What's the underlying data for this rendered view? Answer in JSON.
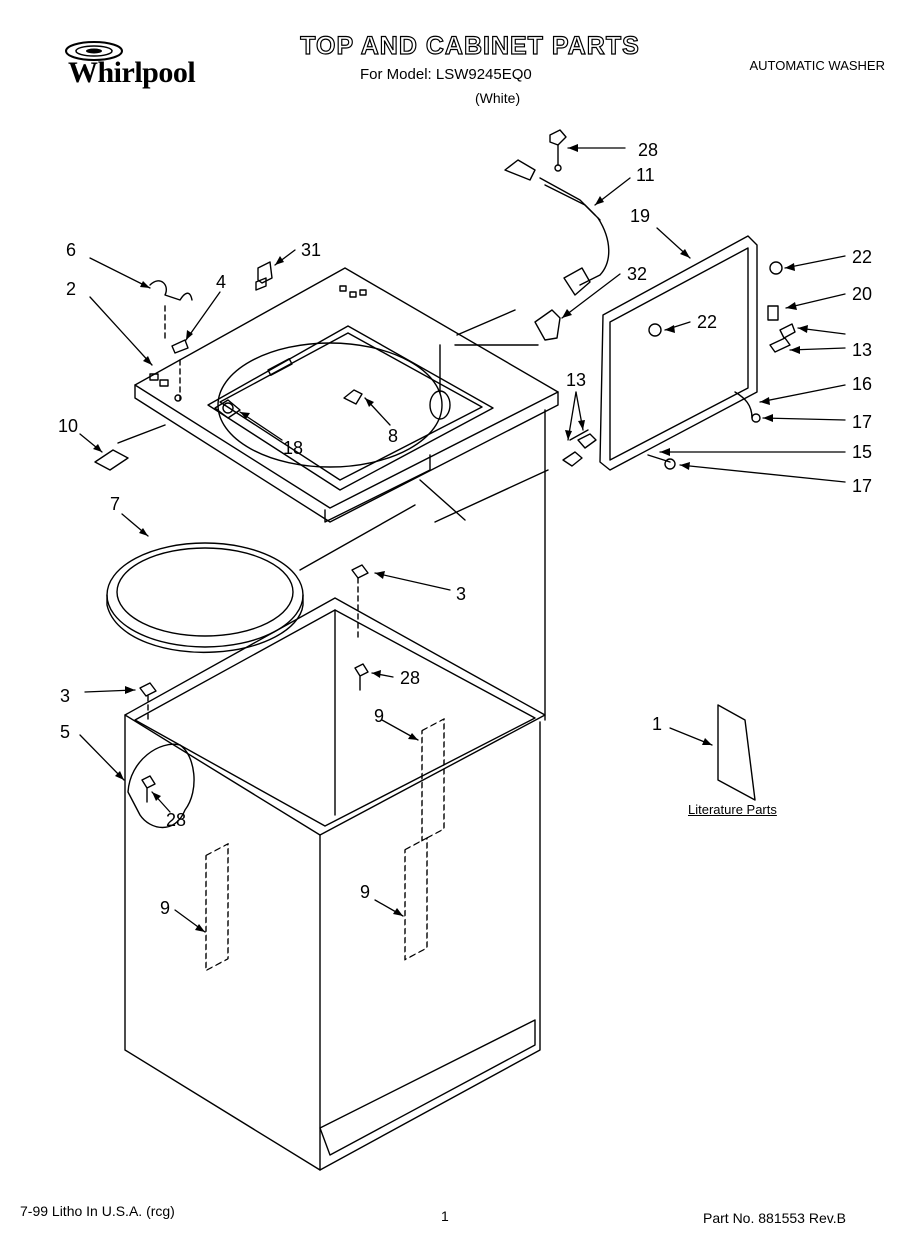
{
  "header": {
    "brand": "Whirlpool",
    "title": "TOP AND CABINET PARTS",
    "model_line": "For Model: LSW9245EQ0",
    "color": "(White)",
    "subtitle": "AUTOMATIC WASHER"
  },
  "literature": {
    "label": "Literature Parts"
  },
  "callouts": [
    {
      "id": "c28a",
      "text": "28"
    },
    {
      "id": "c11",
      "text": "11"
    },
    {
      "id": "c19",
      "text": "19"
    },
    {
      "id": "c22a",
      "text": "22"
    },
    {
      "id": "c20",
      "text": "20"
    },
    {
      "id": "c22b",
      "text": "22"
    },
    {
      "id": "c13a",
      "text": "13"
    },
    {
      "id": "c16",
      "text": "16"
    },
    {
      "id": "c17a",
      "text": "17"
    },
    {
      "id": "c15",
      "text": "15"
    },
    {
      "id": "c17b",
      "text": "17"
    },
    {
      "id": "c13b",
      "text": "13"
    },
    {
      "id": "c32",
      "text": "32"
    },
    {
      "id": "c31",
      "text": "31"
    },
    {
      "id": "c6",
      "text": "6"
    },
    {
      "id": "c4",
      "text": "4"
    },
    {
      "id": "c2",
      "text": "2"
    },
    {
      "id": "c10",
      "text": "10"
    },
    {
      "id": "c8",
      "text": "8"
    },
    {
      "id": "c18",
      "text": "18"
    },
    {
      "id": "c7",
      "text": "7"
    },
    {
      "id": "c3a",
      "text": "3"
    },
    {
      "id": "c3b",
      "text": "3"
    },
    {
      "id": "c28b",
      "text": "28"
    },
    {
      "id": "c5",
      "text": "5"
    },
    {
      "id": "c28c",
      "text": "28"
    },
    {
      "id": "c9a",
      "text": "9"
    },
    {
      "id": "c9b",
      "text": "9"
    },
    {
      "id": "c9c",
      "text": "9"
    },
    {
      "id": "c1",
      "text": "1"
    }
  ],
  "footer": {
    "left": "7-99 Litho In U.S.A. (rcg)",
    "page": "1",
    "right": "Part No. 881553 Rev.B"
  }
}
